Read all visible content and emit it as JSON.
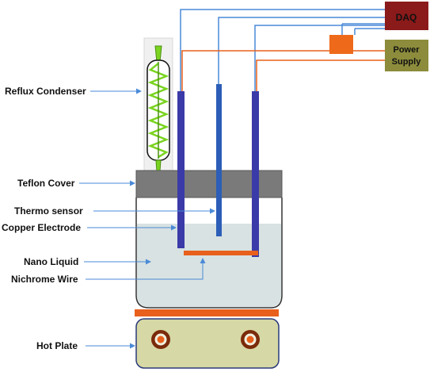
{
  "labels": {
    "reflux_condenser": "Reflux Condenser",
    "teflon_cover": "Teflon Cover",
    "thermo_sensor": "Thermo sensor",
    "copper_electrode": "Copper Electrode",
    "nano_liquid": "Nano Liquid",
    "nichrome_wire": "Nichrome Wire",
    "hot_plate": "Hot Plate"
  },
  "boxes": {
    "daq": "DAQ",
    "power_supply_line1": "Power",
    "power_supply_line2": "Supply"
  },
  "colors": {
    "daq_fill": "#8b1a1a",
    "power_fill": "#8c8c3c",
    "signal_wire": "#4a8ad8",
    "power_wire": "#e8601c",
    "electrode": "#3a3aa8",
    "sensor": "#2c5eb8",
    "teflon": "#7a7a7a",
    "liquid": "#d8e2e2",
    "hot_plate": "#d6d8a6",
    "heater_bar": "#e8601c",
    "coil": "#7ad420",
    "arrow": "#4a8ad8"
  }
}
